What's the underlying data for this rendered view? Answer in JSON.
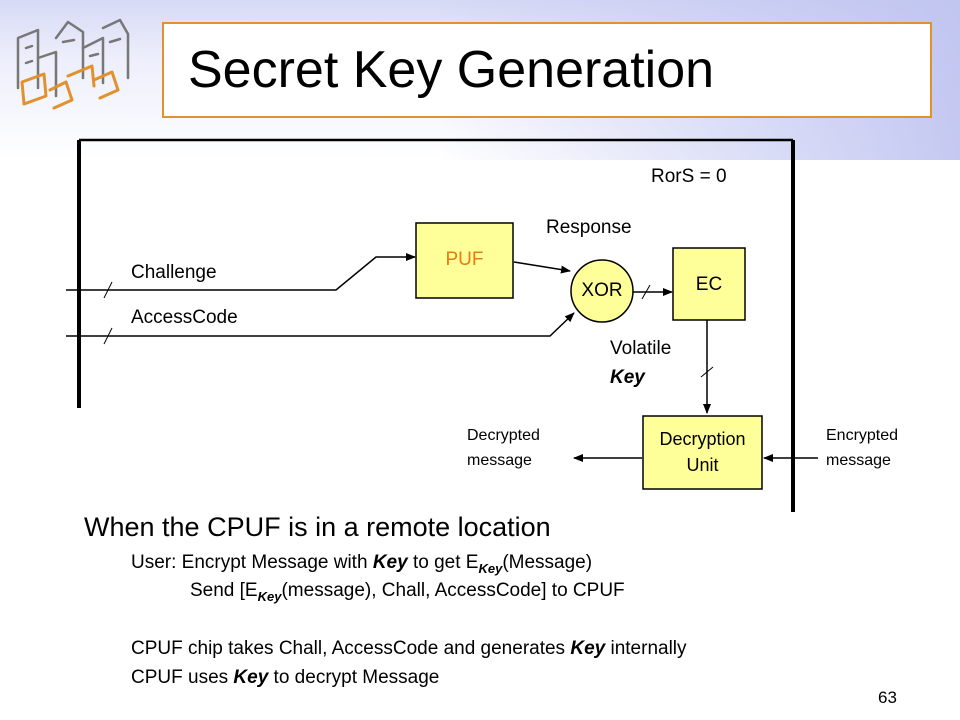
{
  "slide": {
    "title": "Secret Key Generation",
    "page_number": "63",
    "colors": {
      "accent_orange": "#e2912f",
      "block_fill": "#ffff99",
      "puf_text": "#e87a12"
    }
  },
  "diagram": {
    "rors": "RorS = 0",
    "response": "Response",
    "challenge": "Challenge",
    "accesscode": "AccessCode",
    "puf": "PUF",
    "xor": "XOR",
    "ec": "EC",
    "volatile": "Volatile",
    "key": "Key",
    "decryption_1": "Decryption",
    "decryption_2": "Unit",
    "decrypted_1": "Decrypted",
    "decrypted_2": "message",
    "encrypted_1": "Encrypted",
    "encrypted_2": "message"
  },
  "body": {
    "heading": "When the CPUF is in a remote location",
    "l1_pre": "User: Encrypt Message with ",
    "l1_key": "Key",
    "l1_mid": " to get E",
    "l1_sub": "Key",
    "l1_post": "(Message)",
    "l2_pre": "Send [E",
    "l2_sub": "Key",
    "l2_post": "(message), Chall, AccessCode] to CPUF",
    "l3_pre": "CPUF chip takes Chall, AccessCode and generates ",
    "l3_key": "Key",
    "l3_post": " internally",
    "l4_pre": "CPUF uses ",
    "l4_key": "Key",
    "l4_post": " to decrypt Message"
  }
}
